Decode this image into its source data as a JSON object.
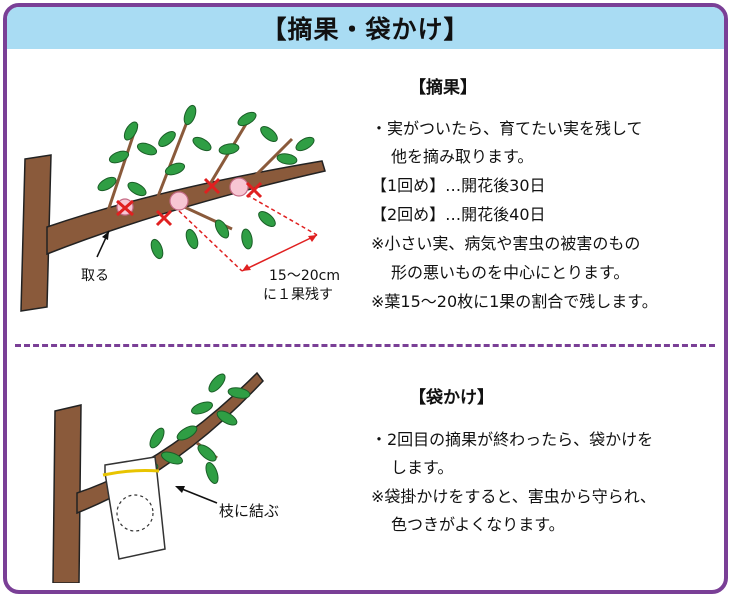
{
  "title": "【摘果・袋かけ】",
  "thinning": {
    "heading": "【摘果】",
    "lines": [
      "・実がついたら、育てたい実を残して",
      "他を摘み取ります。",
      "【1回め】…開花後30日",
      "【2回め】…開花後40日",
      "※小さい実、病気や害虫の被害のもの",
      "形の悪いものを中心にとります。",
      "※葉15～20枚に1果の割合で残します。"
    ],
    "labels": {
      "remove": "取る",
      "spacing_1": "15～20cm",
      "spacing_2": "に１果残す"
    }
  },
  "bagging": {
    "heading": "【袋かけ】",
    "lines": [
      "・2回目の摘果が終わったら、袋かけを",
      "します。",
      "※袋掛かけをすると、害虫から守られ、",
      "色つきがよくなります。"
    ],
    "labels": {
      "tie": "枝に結ぶ"
    }
  },
  "colors": {
    "frame": "#7a3f96",
    "header": "#a9dcf3",
    "branch": "#8a5a3b",
    "leaf": "#2f9e44",
    "fruit": "#f7c6d3",
    "mark": "#e02020"
  }
}
